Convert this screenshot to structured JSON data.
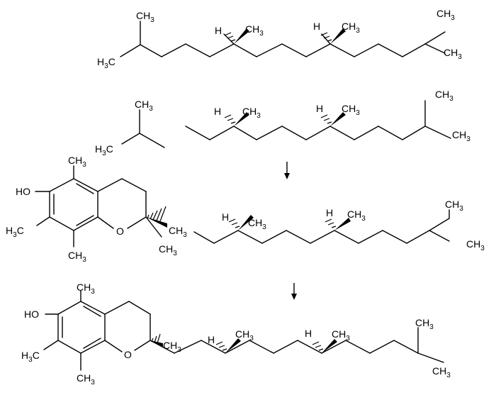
{
  "labels": {
    "ch3": "CH",
    "sub3": "3",
    "h3c_h": "H",
    "h3c_c": "C",
    "h": "H",
    "ho": "HO",
    "o": "O"
  },
  "reaction": {
    "steps": 2
  }
}
